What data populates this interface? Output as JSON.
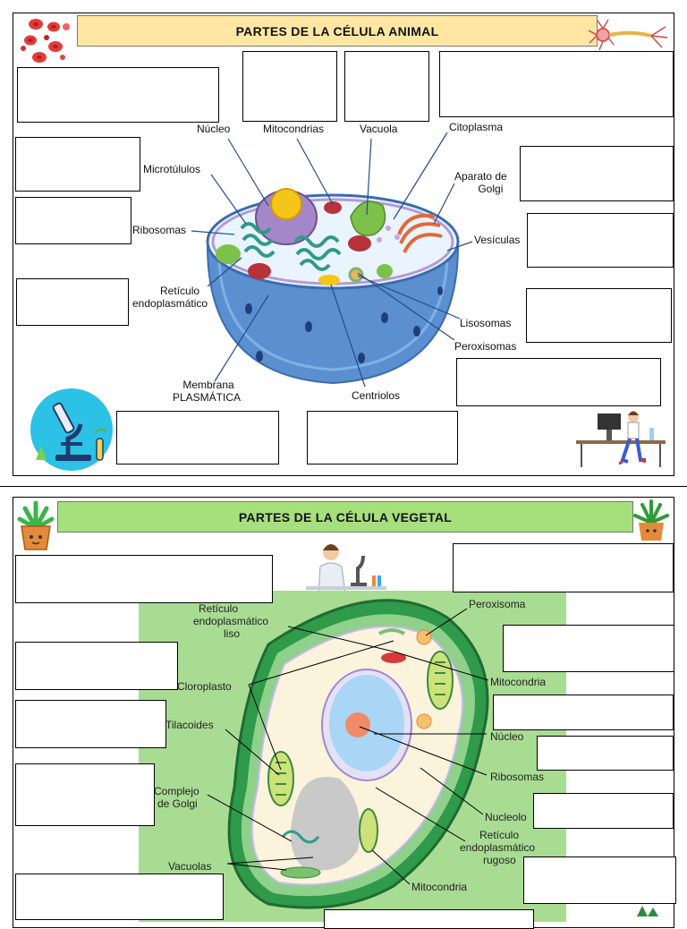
{
  "animal": {
    "title": "PARTES DE LA CÉLULA ANIMAL",
    "labels": {
      "nucleo": "Núcleo",
      "mitocondrias": "Mitocondrias",
      "vacuola": "Vacuola",
      "citoplasma": "Citoplasma",
      "microtubulos": "Microtúlulos",
      "golgi_1": "Aparato de",
      "golgi_2": "Golgi",
      "ribosomas": "Ribosomas",
      "vesiculas": "Vesículas",
      "reticulo_1": "Retículo",
      "reticulo_2": "endoplasmático",
      "lisosomas": "Lisosomas",
      "peroxisomas": "Peroxisomas",
      "membrana_1": "Membrana",
      "membrana_2": "PLASMÁTICA",
      "centriolos": "Centriolos"
    },
    "colors": {
      "banner": "#ffe7a3",
      "cell_body": "#5b8fd0"
    }
  },
  "plant": {
    "title": "PARTES DE LA CÉLULA VEGETAL",
    "labels": {
      "rel_1": "Retículo",
      "rel_2": "endoplasmático",
      "rel_3": "liso",
      "peroxisoma": "Peroxisoma",
      "cloroplasto": "Cloroplasto",
      "mitocondria_top": "Mitocondria",
      "tilacoides": "Tilacoides",
      "nucleo": "Núcleo",
      "ribosomas": "Ribosomas",
      "golgi_1": "Complejo",
      "golgi_2": "de Golgi",
      "nucleolo": "Nucleolo",
      "rer_1": "Retículo",
      "rer_2": "endoplasmático",
      "rer_3": "rugoso",
      "vacuolas": "Vacuolas",
      "mitocondria_bottom": "Mitocondria"
    },
    "colors": {
      "banner": "#a6e07c",
      "background_panel": "#a9dc93",
      "wall": "#2e9a4a"
    }
  },
  "icons": [
    "blood-cells-icon",
    "neuron-icon",
    "microscope-icon",
    "scientist-desk-icon",
    "potted-plant-icon",
    "scientist-microscope-icon"
  ]
}
